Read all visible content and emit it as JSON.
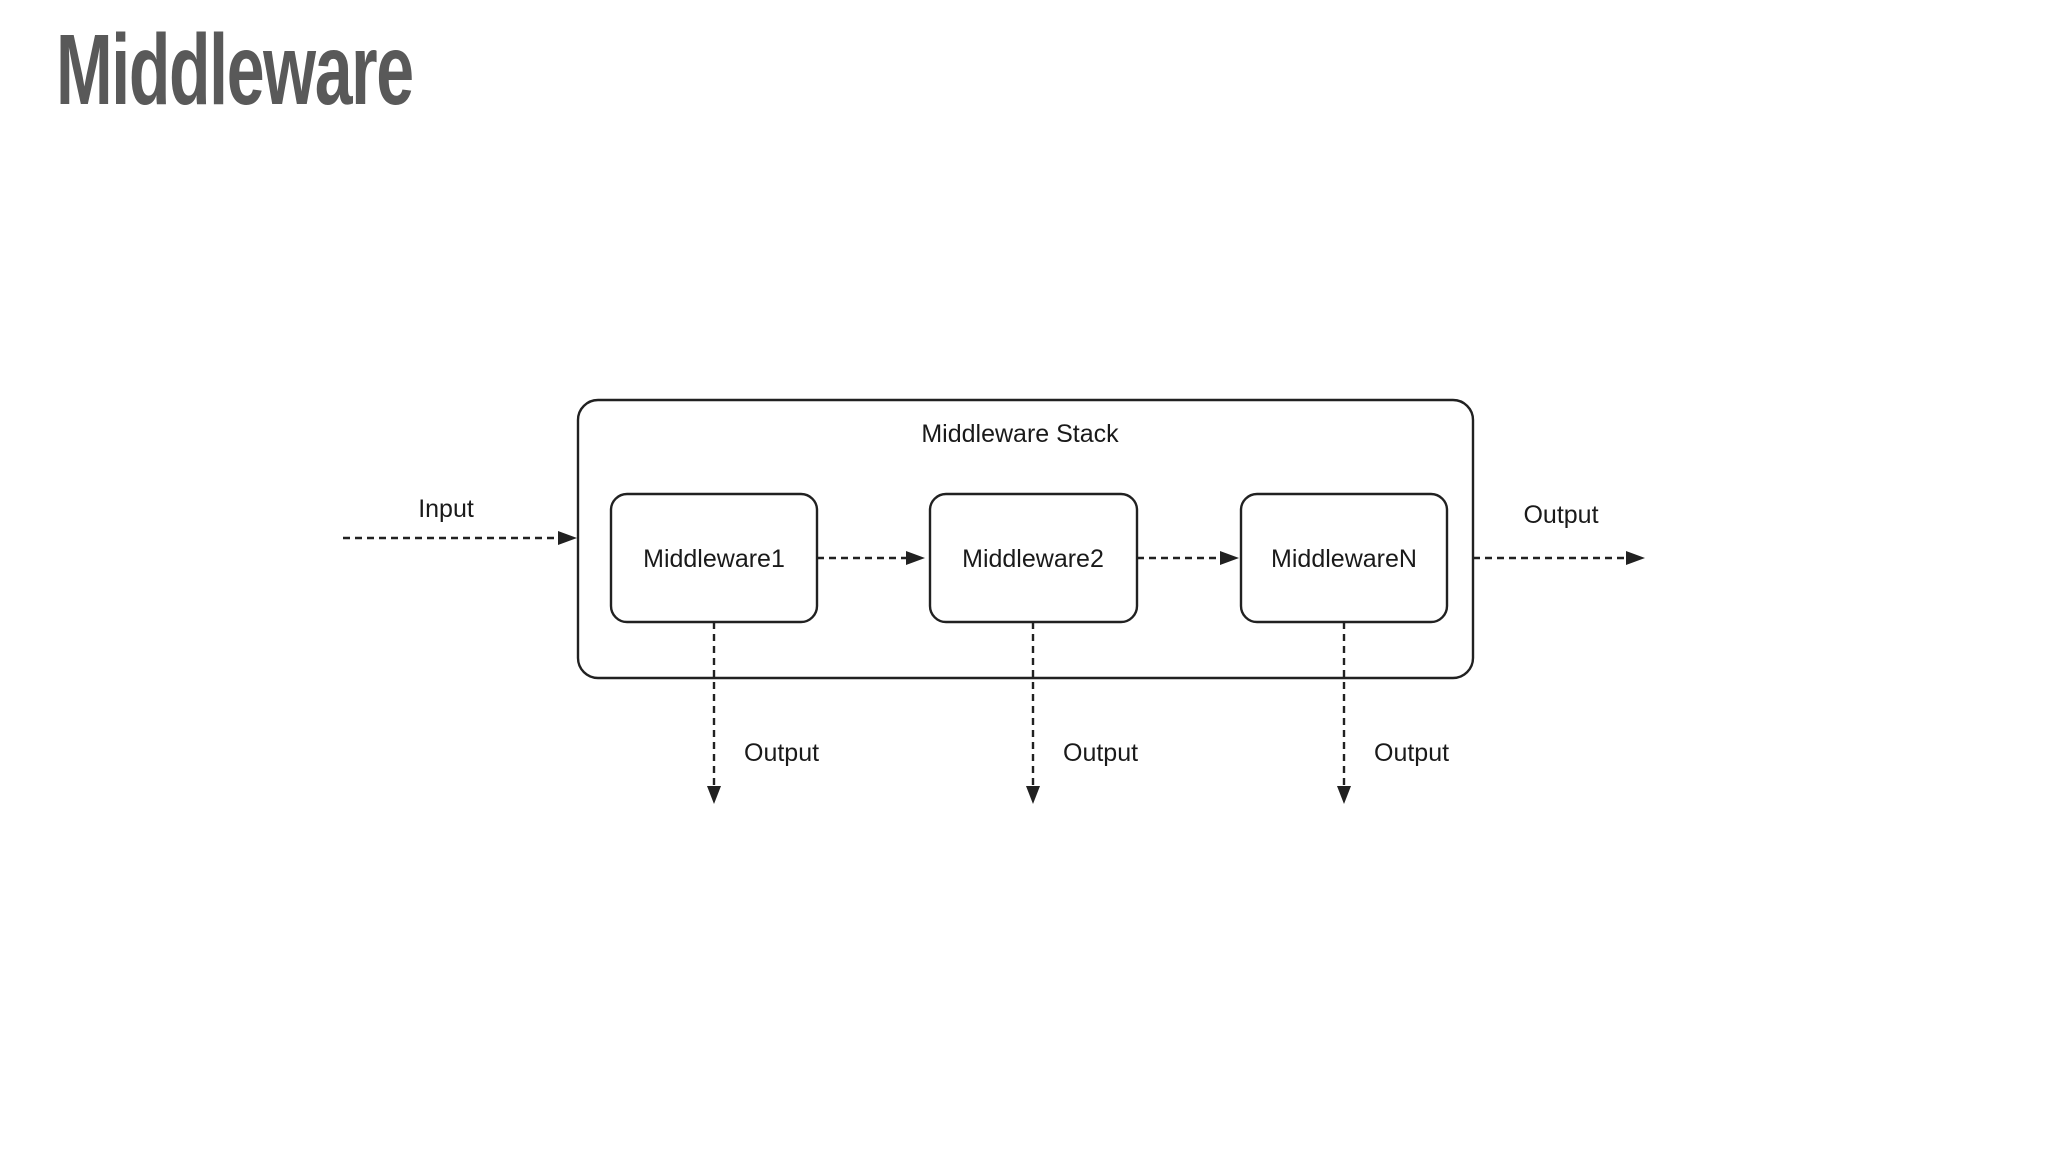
{
  "page": {
    "title": "Middleware"
  },
  "colors": {
    "title_text": "#595959",
    "diagram_lines": "#212121",
    "diagram_text": "#1a1a1a",
    "background": "#ffffff"
  },
  "diagram": {
    "stack_label": "Middleware Stack",
    "nodes": [
      {
        "label": "Middleware1"
      },
      {
        "label": "Middleware2"
      },
      {
        "label": "MiddlewareN"
      }
    ],
    "input_label": "Input",
    "output_label": "Output",
    "branch_outputs": [
      "Output",
      "Output",
      "Output"
    ]
  }
}
